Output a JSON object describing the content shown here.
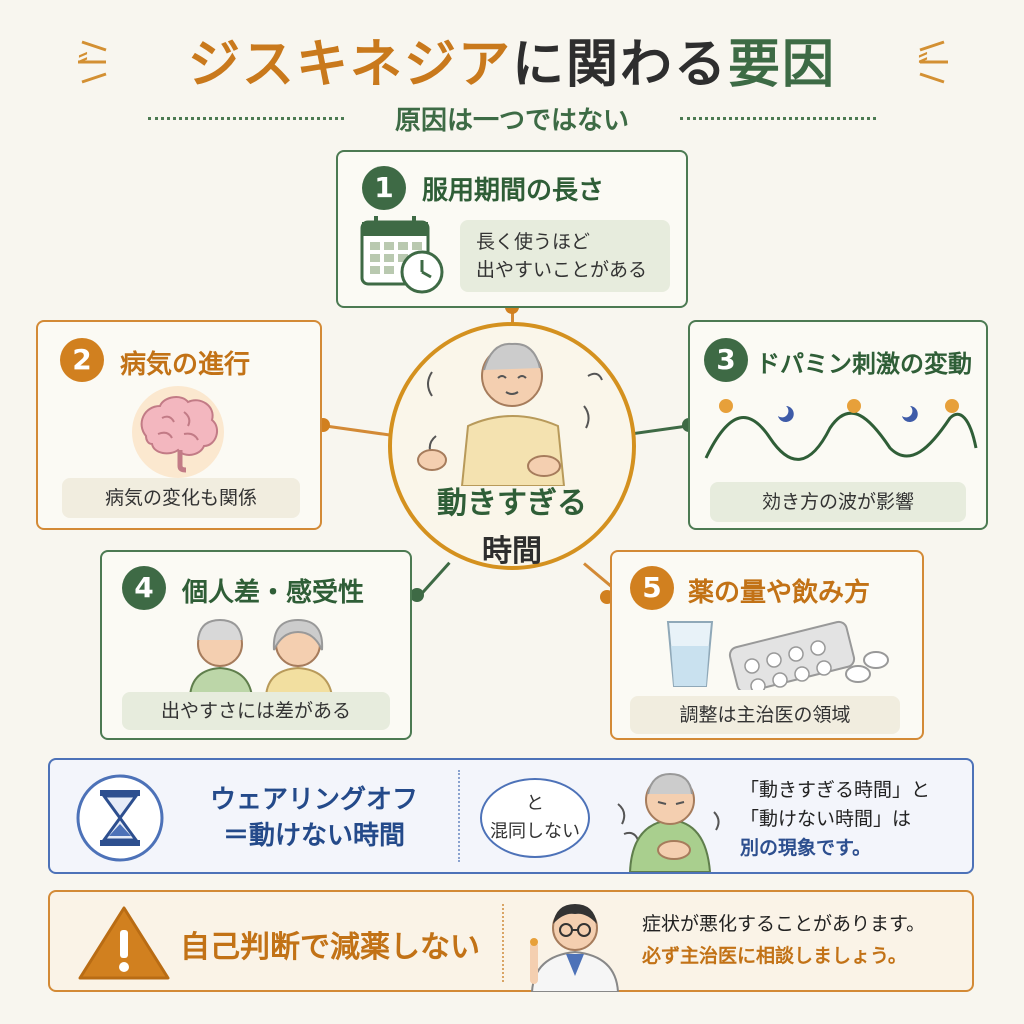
{
  "header": {
    "title_part1": "ジスキネジア",
    "title_part2": "に関わる",
    "title_part3": "要因",
    "subtitle": "原因は一つではない"
  },
  "center": {
    "line1": "動きすぎる",
    "line2": "時間"
  },
  "factors": [
    {
      "number": "1",
      "title": "服用期間の長さ",
      "note_line1": "長く使うほど",
      "note_line2": "出やすいことがある",
      "icon": "calendar-clock-icon"
    },
    {
      "number": "2",
      "title": "病気の進行",
      "note": "病気の変化も関係",
      "icon": "brain-icon"
    },
    {
      "number": "3",
      "title": "ドパミン刺激の変動",
      "note": "効き方の波が影響",
      "icon": "wave-sun-moon-icon"
    },
    {
      "number": "4",
      "title": "個人差・感受性",
      "note": "出やすさには差がある",
      "icon": "two-people-icon"
    },
    {
      "number": "5",
      "title": "薬の量や飲み方",
      "note": "調整は主治医の領域",
      "icon": "water-glass-pills-icon"
    }
  ],
  "wearing_off": {
    "title_line1": "ウェアリングオフ",
    "title_line2": "＝動けない時間",
    "bubble_line1": "と",
    "bubble_line2": "混同しない",
    "text_line1": "「動きすぎる時間」と",
    "text_line2": "「動けない時間」は",
    "text_line3": "別の現象です。",
    "icon": "hourglass-icon"
  },
  "warning": {
    "title": "自己判断で減薬しない",
    "text_line1": "症状が悪化することがあります。",
    "text_line2": "必ず主治医に相談しましょう。",
    "icon": "warning-icon"
  },
  "colors": {
    "green": "#3e6a45",
    "orange": "#d1801f",
    "blue": "#4d72b8",
    "background": "#f8f6ef"
  }
}
